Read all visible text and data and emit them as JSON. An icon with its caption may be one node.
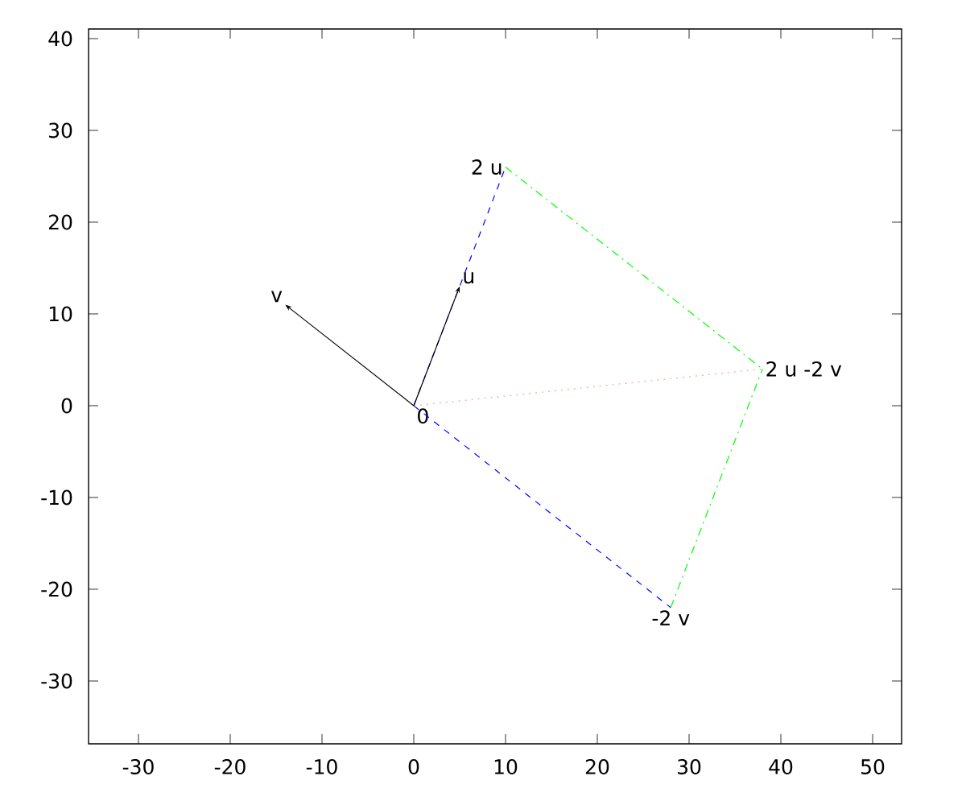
{
  "diagram": {
    "nodes": [
      {
        "text": [
          "0"
        ]
      },
      {
        "text": [
          "u"
        ]
      },
      {
        "text": [
          "2 u"
        ]
      },
      {
        "text": [
          "v"
        ]
      },
      {
        "text": [
          "-2 v"
        ]
      },
      {
        "text": [
          "2 u -2 v"
        ]
      }
    ],
    "edges": [
      {
        "from": 0,
        "to": 2,
        "arrow": "none",
        "style": "dashed",
        "color": "#0000ff"
      },
      {
        "from": 0,
        "to": 4,
        "arrow": "none",
        "style": "dashed",
        "color": "#0000ff"
      },
      {
        "from": 2,
        "to": 5,
        "arrow": "none",
        "style": "dashed",
        "color": "#00ff00"
      },
      {
        "from": 4,
        "to": 5,
        "arrow": "none",
        "style": "dashed",
        "color": "#00ff00"
      },
      {
        "from": 0,
        "to": 5,
        "arrow": "none",
        "style": "dashed",
        "color": "#ffa0a0"
      },
      {
        "from": 0,
        "to": 1,
        "arrow": "to",
        "color": "#000000"
      },
      {
        "from": 0,
        "to": 3,
        "arrow": "to",
        "color": "#000000"
      }
    ],
    "labels": [
      "40",
      "30",
      "20",
      "10",
      "0",
      "-10",
      "-20",
      "-30",
      "-30",
      "-20",
      "-10",
      "0",
      "10",
      "20",
      "30",
      "40",
      "50"
    ]
  }
}
